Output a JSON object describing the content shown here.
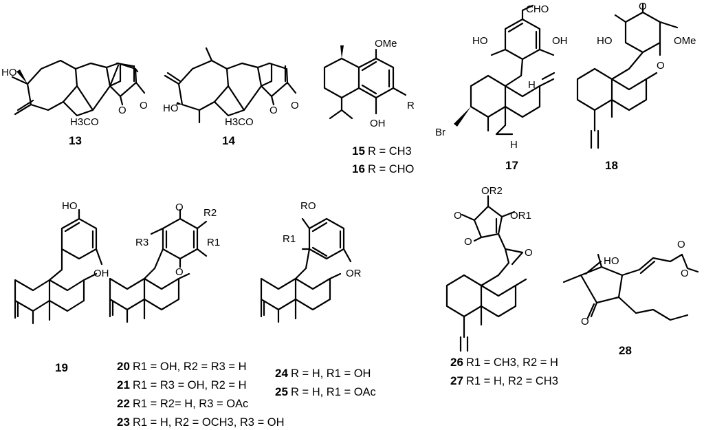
{
  "compounds": [
    {
      "id": "13",
      "label": "13",
      "atoms": [
        "HO",
        "H3CO",
        "O",
        "O"
      ]
    },
    {
      "id": "14",
      "label": "14",
      "atoms": [
        "HO",
        "H3CO",
        "O",
        "O"
      ]
    },
    {
      "id": "15",
      "label": "15",
      "caption": "R = CH3",
      "atoms": [
        "OMe",
        "OH",
        "R"
      ]
    },
    {
      "id": "16",
      "label": "16",
      "caption": "R = CHO"
    },
    {
      "id": "17",
      "label": "17",
      "atoms": [
        "CHO",
        "HO",
        "OH",
        "H",
        "Br",
        "H"
      ]
    },
    {
      "id": "18",
      "label": "18",
      "atoms": [
        "O",
        "HO",
        "OMe",
        "O"
      ]
    },
    {
      "id": "19",
      "label": "19",
      "atoms": [
        "HO",
        "OH"
      ]
    },
    {
      "id": "20",
      "label": "20",
      "caption": "R1 = OH, R2 = R3 = H",
      "atoms": [
        "O",
        "R2",
        "R3",
        "R1",
        "O"
      ]
    },
    {
      "id": "21",
      "label": "21",
      "caption": "R1 = R3 = OH, R2 = H"
    },
    {
      "id": "22",
      "label": "22",
      "caption": "R1 = R2= H, R3 = OAc"
    },
    {
      "id": "23",
      "label": "23",
      "caption": "R1 = H, R2 = OCH3, R3 = OH"
    },
    {
      "id": "24",
      "label": "24",
      "caption": "R = H, R1 = OH",
      "atoms": [
        "RO",
        "R1",
        "OR"
      ]
    },
    {
      "id": "25",
      "label": "25",
      "caption": "R = H, R1 = OAc"
    },
    {
      "id": "26",
      "label": "26",
      "caption": "R1 = CH3, R2 = H",
      "atoms": [
        "OR2",
        "OR1",
        "O",
        "O",
        "O"
      ]
    },
    {
      "id": "27",
      "label": "27",
      "caption": "R1 = H, R2 = CH3"
    },
    {
      "id": "28",
      "label": "28",
      "atoms": [
        "HO",
        "O",
        "O",
        "O"
      ]
    }
  ]
}
